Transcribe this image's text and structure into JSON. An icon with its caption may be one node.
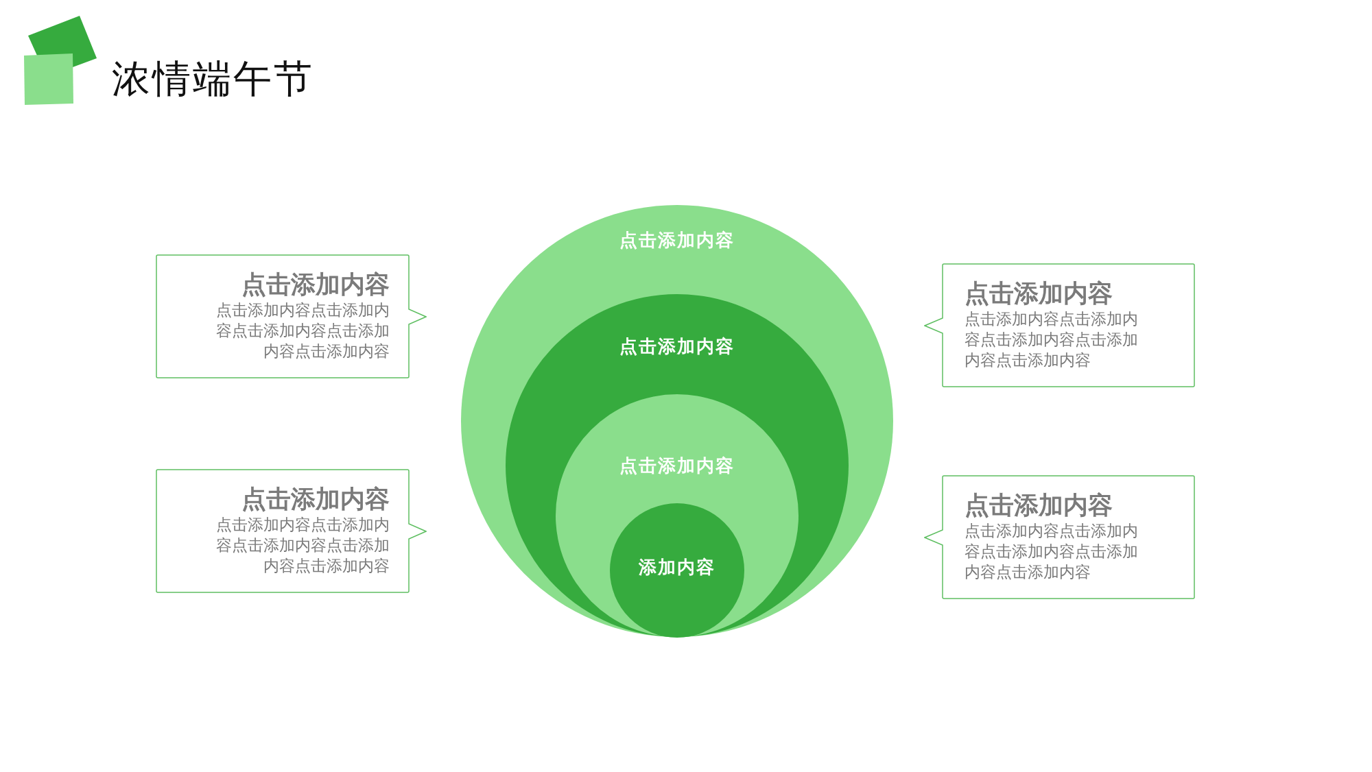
{
  "diagram": {
    "title": "浓情端午节",
    "nodes": [
      {
        "text": [
          "点击添加内容"
        ]
      },
      {
        "text": [
          "点击添加内容"
        ],
        "in": 0
      },
      {
        "text": [
          "点击添加内容"
        ],
        "in": 1
      },
      {
        "text": [
          "添加内容"
        ],
        "in": 2
      },
      {
        "text": [
          "点击添加内容",
          "点击添加内容点击添加内容点击添加内容点击添加内容点击添加内容"
        ]
      },
      {
        "text": [
          "点击添加内容",
          "点击添加内容点击添加内容点击添加内容点击添加内容点击添加内容"
        ]
      },
      {
        "text": [
          "点击添加内容",
          "点击添加内容点击添加内容点击添加内容点击添加内容点击添加内容"
        ]
      },
      {
        "text": [
          "点击添加内容",
          "点击添加内容点击添加内容点击添加内容点击添加内容点击添加内容"
        ]
      }
    ],
    "edges": []
  }
}
